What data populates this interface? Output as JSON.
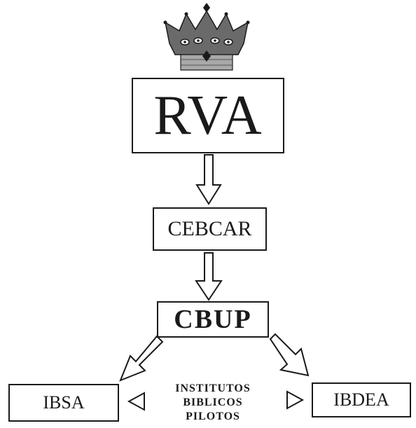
{
  "diagram": {
    "top_node": "RVA",
    "second_node": "CEBCAR",
    "third_node": "CBUP",
    "left_node": "IBSA",
    "right_node": "IBDEA",
    "caption_lines": [
      "INSTITUTOS",
      "BIBLICOS",
      "PILOTOS"
    ]
  },
  "colors": {
    "ink": "#1a1a1a",
    "background": "#ffffff"
  },
  "icons": {
    "crown": "crown-icon"
  }
}
